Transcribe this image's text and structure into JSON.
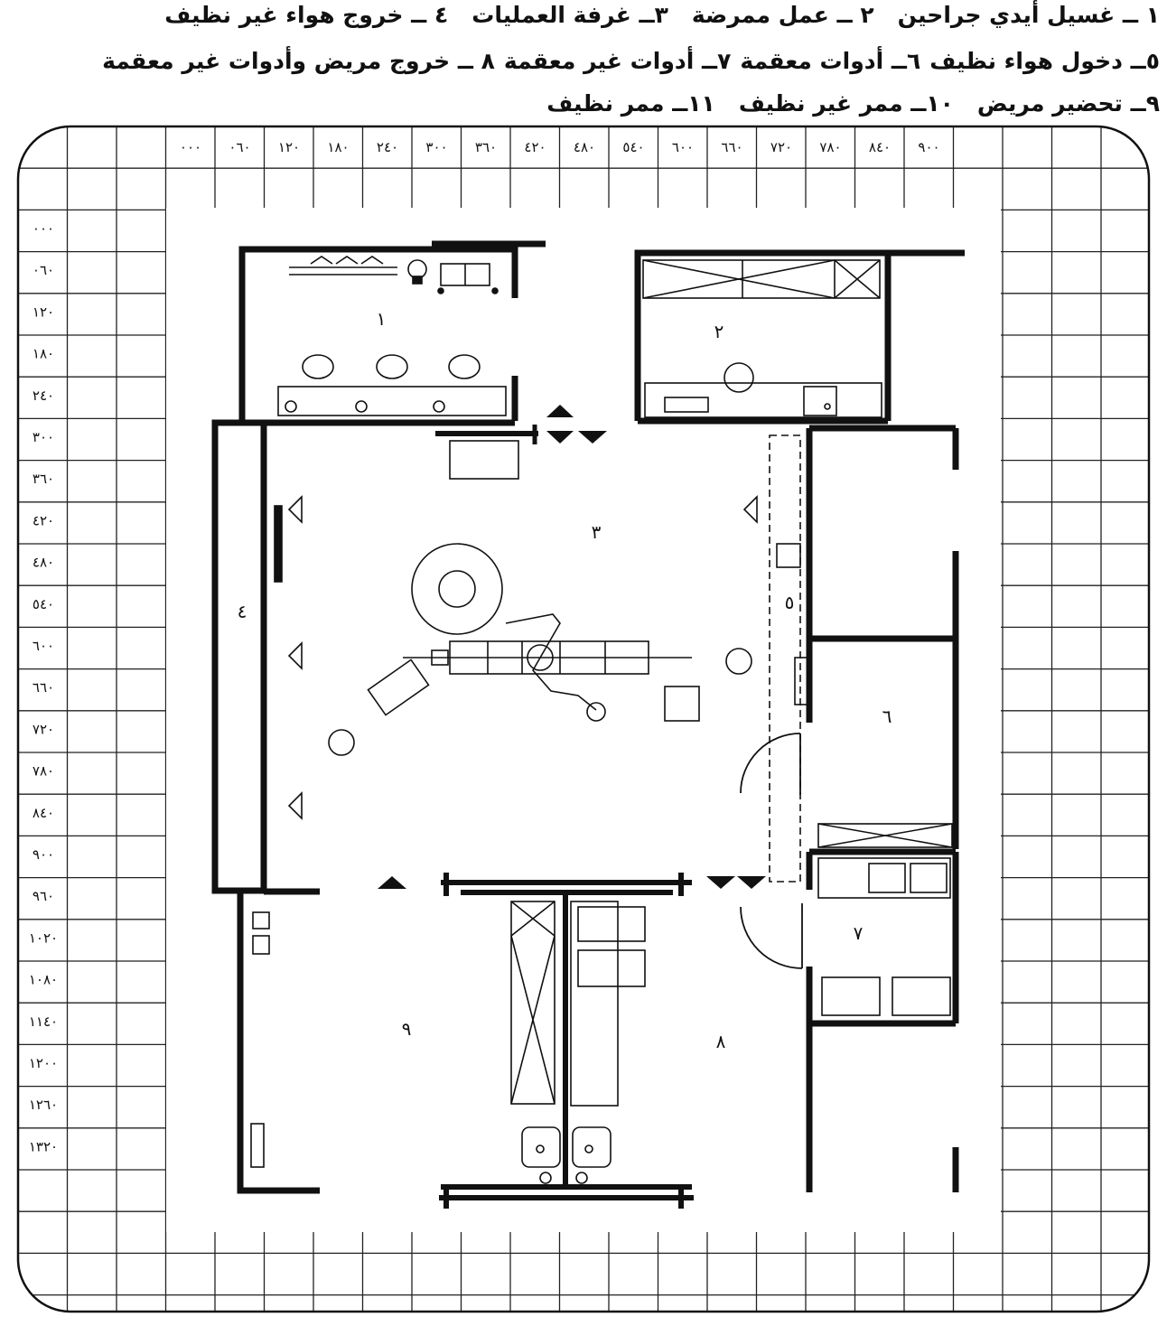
{
  "legend": {
    "line1": [
      "١ ــ غسيل أيدي جراحين",
      "٢ ــ عمل ممرضة",
      "٣ــ غرفة العمليات",
      "٤ ــ خروج هواء غير نظيف"
    ],
    "line2": [
      "٥ــ دخول هواء نظيف",
      "٦ــ أدوات معقمة",
      "٧ــ أدوات غير معقمة",
      "٨ ــ خروج مريض وأدوات غير معقمة"
    ],
    "line3": [
      "٩ــ تحضير مريض",
      "١٠ــ ممر غير نظيف",
      "١١ــ ممر نظيف"
    ]
  },
  "ruler_top": [
    "٠٠٠",
    "٠٦٠",
    "١٢٠",
    "١٨٠",
    "٢٤٠",
    "٣٠٠",
    "٣٦٠",
    "٤٢٠",
    "٤٨٠",
    "٥٤٠",
    "٦٠٠",
    "٦٦٠",
    "٧٢٠",
    "٧٨٠",
    "٨٤٠",
    "٩٠٠"
  ],
  "ruler_left": [
    "٠٠٠",
    "٠٦٠",
    "١٢٠",
    "١٨٠",
    "٢٤٠",
    "٣٠٠",
    "٣٦٠",
    "٤٢٠",
    "٤٨٠",
    "٥٤٠",
    "٦٠٠",
    "٦٦٠",
    "٧٢٠",
    "٧٨٠",
    "٨٤٠",
    "٩٠٠",
    "٩٦٠",
    "١٠٢٠",
    "١٠٨٠",
    "١١٤٠",
    "١٢٠٠",
    "١٢٦٠",
    "١٣٢٠"
  ],
  "room_numbers": {
    "r1": "١",
    "r2": "٢",
    "r3": "٣",
    "r4": "٤",
    "r5": "٥",
    "r6": "٦",
    "r7": "٧",
    "r8": "٨",
    "r9": "٩"
  },
  "colors": {
    "ink": "#111111",
    "grid": "#222222",
    "background": "#ffffff"
  }
}
